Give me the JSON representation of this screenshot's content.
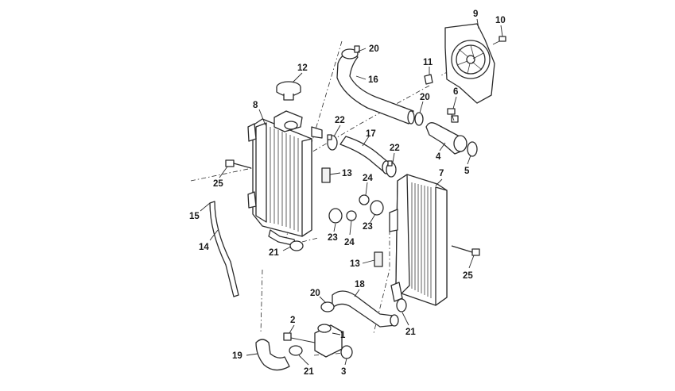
{
  "callouts": [
    {
      "id": "c1",
      "text": "1"
    },
    {
      "id": "c2",
      "text": "2"
    },
    {
      "id": "c3",
      "text": "3"
    },
    {
      "id": "c4",
      "text": "4"
    },
    {
      "id": "c5",
      "text": "5"
    },
    {
      "id": "c6",
      "text": "6"
    },
    {
      "id": "c7",
      "text": "7"
    },
    {
      "id": "c8",
      "text": "8"
    },
    {
      "id": "c9",
      "text": "9"
    },
    {
      "id": "c10",
      "text": "10"
    },
    {
      "id": "c11",
      "text": "11"
    },
    {
      "id": "c12",
      "text": "12"
    },
    {
      "id": "c13a",
      "text": "13"
    },
    {
      "id": "c13b",
      "text": "13"
    },
    {
      "id": "c14",
      "text": "14"
    },
    {
      "id": "c15",
      "text": "15"
    },
    {
      "id": "c16",
      "text": "16"
    },
    {
      "id": "c17",
      "text": "17"
    },
    {
      "id": "c18",
      "text": "18"
    },
    {
      "id": "c19",
      "text": "19"
    },
    {
      "id": "c20a",
      "text": "20"
    },
    {
      "id": "c20b",
      "text": "20"
    },
    {
      "id": "c20c",
      "text": "20"
    },
    {
      "id": "c21a",
      "text": "21"
    },
    {
      "id": "c21b",
      "text": "21"
    },
    {
      "id": "c21c",
      "text": "21"
    },
    {
      "id": "c22a",
      "text": "22"
    },
    {
      "id": "c22b",
      "text": "22"
    },
    {
      "id": "c23a",
      "text": "23"
    },
    {
      "id": "c23b",
      "text": "23"
    },
    {
      "id": "c24a",
      "text": "24"
    },
    {
      "id": "c24b",
      "text": "24"
    },
    {
      "id": "c25a",
      "text": "25"
    },
    {
      "id": "c25b",
      "text": "25"
    }
  ]
}
